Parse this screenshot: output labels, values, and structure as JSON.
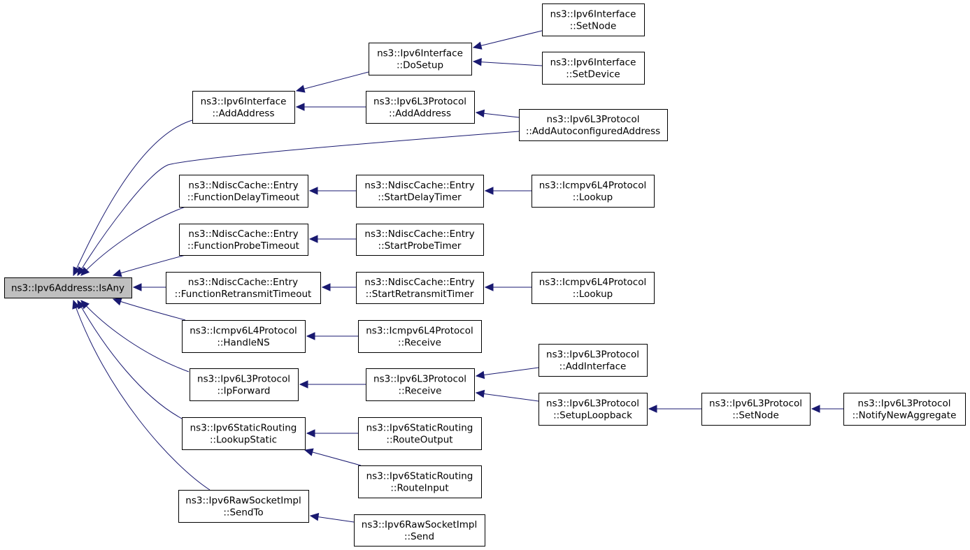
{
  "graph": {
    "title": "",
    "nodes": [
      {
        "id": "isany",
        "lines": [
          "ns3::Ipv6Address::IsAny"
        ],
        "root": true
      },
      {
        "id": "if_addaddress",
        "lines": [
          "ns3::Ipv6Interface",
          "::AddAddress"
        ]
      },
      {
        "id": "if_dosetup",
        "lines": [
          "ns3::Ipv6Interface",
          "::DoSetup"
        ]
      },
      {
        "id": "if_setnode",
        "lines": [
          "ns3::Ipv6Interface",
          "::SetNode"
        ]
      },
      {
        "id": "if_setdevice",
        "lines": [
          "ns3::Ipv6Interface",
          "::SetDevice"
        ]
      },
      {
        "id": "l3_addaddress",
        "lines": [
          "ns3::Ipv6L3Protocol",
          "::AddAddress"
        ]
      },
      {
        "id": "l3_addauto",
        "lines": [
          "ns3::Ipv6L3Protocol",
          "::AddAutoconfiguredAddress"
        ]
      },
      {
        "id": "nd_fdelay",
        "lines": [
          "ns3::NdiscCache::Entry",
          "::FunctionDelayTimeout"
        ]
      },
      {
        "id": "nd_sdelay",
        "lines": [
          "ns3::NdiscCache::Entry",
          "::StartDelayTimer"
        ]
      },
      {
        "id": "icmp_lookup1",
        "lines": [
          "ns3::Icmpv6L4Protocol",
          "::Lookup"
        ]
      },
      {
        "id": "nd_fprobe",
        "lines": [
          "ns3::NdiscCache::Entry",
          "::FunctionProbeTimeout"
        ]
      },
      {
        "id": "nd_sprobe",
        "lines": [
          "ns3::NdiscCache::Entry",
          "::StartProbeTimer"
        ]
      },
      {
        "id": "nd_fretx",
        "lines": [
          "ns3::NdiscCache::Entry",
          "::FunctionRetransmitTimeout"
        ]
      },
      {
        "id": "nd_sretx",
        "lines": [
          "ns3::NdiscCache::Entry",
          "::StartRetransmitTimer"
        ]
      },
      {
        "id": "icmp_lookup2",
        "lines": [
          "ns3::Icmpv6L4Protocol",
          "::Lookup"
        ]
      },
      {
        "id": "icmp_handlens",
        "lines": [
          "ns3::Icmpv6L4Protocol",
          "::HandleNS"
        ]
      },
      {
        "id": "icmp_receive",
        "lines": [
          "ns3::Icmpv6L4Protocol",
          "::Receive"
        ]
      },
      {
        "id": "l3_ipforward",
        "lines": [
          "ns3::Ipv6L3Protocol",
          "::IpForward"
        ]
      },
      {
        "id": "l3_receive",
        "lines": [
          "ns3::Ipv6L3Protocol",
          "::Receive"
        ]
      },
      {
        "id": "l3_addinterface",
        "lines": [
          "ns3::Ipv6L3Protocol",
          "::AddInterface"
        ]
      },
      {
        "id": "l3_setuploopback",
        "lines": [
          "ns3::Ipv6L3Protocol",
          "::SetupLoopback"
        ]
      },
      {
        "id": "l3_setnode",
        "lines": [
          "ns3::Ipv6L3Protocol",
          "::SetNode"
        ]
      },
      {
        "id": "l3_notify",
        "lines": [
          "ns3::Ipv6L3Protocol",
          "::NotifyNewAggregate"
        ]
      },
      {
        "id": "sr_lookupstatic",
        "lines": [
          "ns3::Ipv6StaticRouting",
          "::LookupStatic"
        ]
      },
      {
        "id": "sr_routeoutput",
        "lines": [
          "ns3::Ipv6StaticRouting",
          "::RouteOutput"
        ]
      },
      {
        "id": "sr_routeinput",
        "lines": [
          "ns3::Ipv6StaticRouting",
          "::RouteInput"
        ]
      },
      {
        "id": "raw_sendto",
        "lines": [
          "ns3::Ipv6RawSocketImpl",
          "::SendTo"
        ]
      },
      {
        "id": "raw_send",
        "lines": [
          "ns3::Ipv6RawSocketImpl",
          "::Send"
        ]
      }
    ],
    "edges": [
      {
        "from": "if_addaddress",
        "to": "isany"
      },
      {
        "from": "l3_addauto",
        "to": "isany"
      },
      {
        "from": "nd_fdelay",
        "to": "isany"
      },
      {
        "from": "nd_fprobe",
        "to": "isany"
      },
      {
        "from": "nd_fretx",
        "to": "isany"
      },
      {
        "from": "icmp_handlens",
        "to": "isany"
      },
      {
        "from": "l3_ipforward",
        "to": "isany"
      },
      {
        "from": "sr_lookupstatic",
        "to": "isany"
      },
      {
        "from": "raw_sendto",
        "to": "isany"
      },
      {
        "from": "if_dosetup",
        "to": "if_addaddress"
      },
      {
        "from": "l3_addaddress",
        "to": "if_addaddress"
      },
      {
        "from": "if_setnode",
        "to": "if_dosetup"
      },
      {
        "from": "if_setdevice",
        "to": "if_dosetup"
      },
      {
        "from": "l3_addauto",
        "to": "l3_addaddress"
      },
      {
        "from": "nd_sdelay",
        "to": "nd_fdelay"
      },
      {
        "from": "icmp_lookup1",
        "to": "nd_sdelay"
      },
      {
        "from": "nd_sprobe",
        "to": "nd_fprobe"
      },
      {
        "from": "nd_sretx",
        "to": "nd_fretx"
      },
      {
        "from": "icmp_lookup2",
        "to": "nd_sretx"
      },
      {
        "from": "icmp_receive",
        "to": "icmp_handlens"
      },
      {
        "from": "l3_receive",
        "to": "l3_ipforward"
      },
      {
        "from": "l3_addinterface",
        "to": "l3_receive"
      },
      {
        "from": "l3_setuploopback",
        "to": "l3_receive"
      },
      {
        "from": "l3_setnode",
        "to": "l3_setuploopback"
      },
      {
        "from": "l3_notify",
        "to": "l3_setnode"
      },
      {
        "from": "sr_routeoutput",
        "to": "sr_lookupstatic"
      },
      {
        "from": "sr_routeinput",
        "to": "sr_lookupstatic"
      },
      {
        "from": "raw_send",
        "to": "raw_sendto"
      }
    ]
  },
  "colors": {
    "edge": "#191970",
    "root_fill": "#bfbfbf",
    "node_fill": "#ffffff",
    "border": "#000000"
  }
}
